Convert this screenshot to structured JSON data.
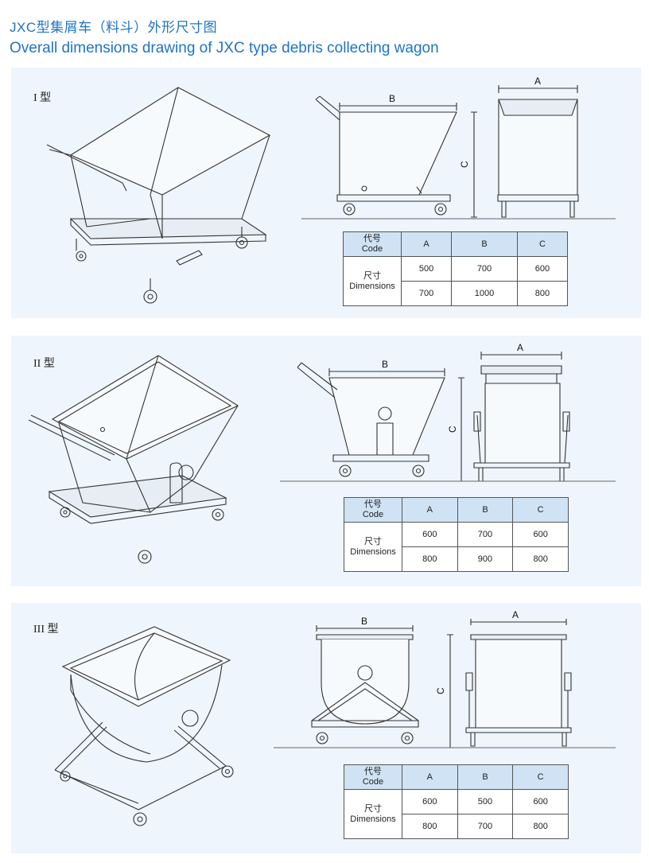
{
  "header": {
    "title_cn": "JXC型集屑车（料斗）外形尺寸图",
    "title_en": "Overall dimensions drawing of JXC type debris collecting wagon"
  },
  "dimension_letters": {
    "a": "A",
    "b": "B",
    "c": "C"
  },
  "types": [
    {
      "label": "I 型",
      "table": {
        "code_label": [
          "代号",
          "Code"
        ],
        "row_label": [
          "尺寸",
          "Dimensions"
        ],
        "columns": [
          "A",
          "B",
          "C"
        ],
        "rows": [
          [
            "500",
            "700",
            "600"
          ],
          [
            "700",
            "1000",
            "800"
          ]
        ]
      }
    },
    {
      "label": "II 型",
      "table": {
        "code_label": [
          "代号",
          "Code"
        ],
        "row_label": [
          "尺寸",
          "Dimensions"
        ],
        "columns": [
          "A",
          "B",
          "C"
        ],
        "rows": [
          [
            "600",
            "700",
            "600"
          ],
          [
            "800",
            "900",
            "800"
          ]
        ]
      }
    },
    {
      "label": "III 型",
      "table": {
        "code_label": [
          "代号",
          "Code"
        ],
        "row_label": [
          "尺寸",
          "Dimensions"
        ],
        "columns": [
          "A",
          "B",
          "C"
        ],
        "rows": [
          [
            "600",
            "500",
            "600"
          ],
          [
            "800",
            "700",
            "800"
          ]
        ]
      }
    }
  ],
  "colors": {
    "title": "#1f74c4",
    "panel": "#eef5fc",
    "table_header": "#cfe3f5"
  }
}
